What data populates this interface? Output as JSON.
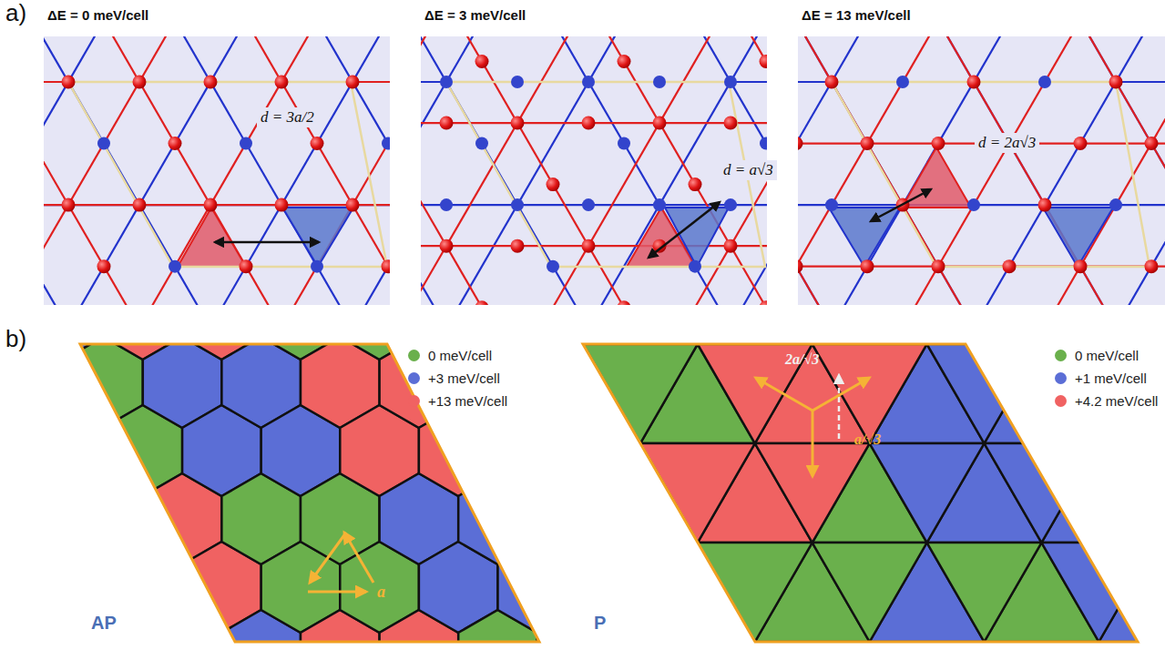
{
  "diagram": {
    "labels": [
      "a)",
      "ΔE = 0 meV/cell",
      "ΔE = 3 meV/cell",
      "ΔE = 13 meV/cell",
      "d = 3a/2",
      "d = a√3",
      "d = 2a√3",
      "b)",
      "a",
      "AP",
      "2a/√3",
      "a/√3",
      "P"
    ],
    "legend": [
      {
        "text": "0 meV/cell",
        "color": "#6ab04c"
      },
      {
        "text": "+3 meV/cell",
        "color": "#5b6ed6"
      },
      {
        "text": "+13 meV/cell",
        "color": "#f06262"
      },
      {
        "text": "0 meV/cell",
        "color": "#6ab04c"
      },
      {
        "text": "+1 meV/cell",
        "color": "#5b6ed6"
      },
      {
        "text": "+4.2 meV/cell",
        "color": "#f06262"
      }
    ]
  }
}
